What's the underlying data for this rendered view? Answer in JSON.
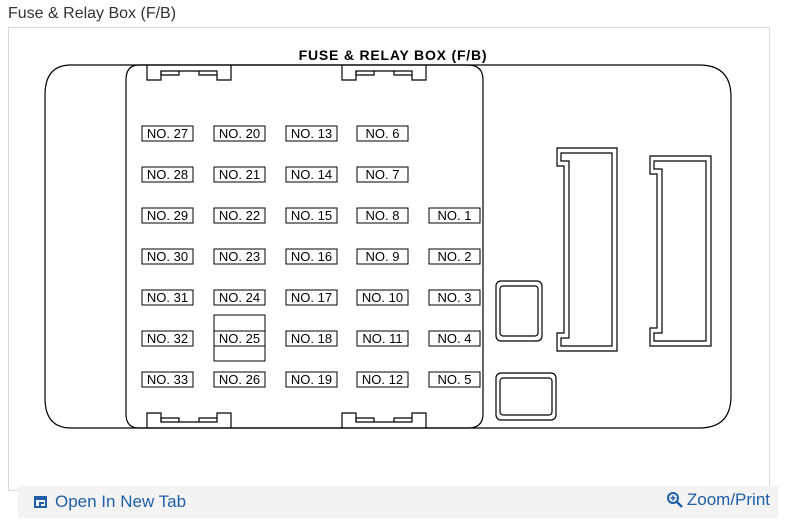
{
  "page": {
    "title": "Fuse & Relay Box (F/B)"
  },
  "diagram": {
    "heading": "FUSE & RELAY BOX (F/B)",
    "fuses": [
      [
        "NO. 27",
        "NO. 20",
        "NO. 13",
        "NO. 6",
        ""
      ],
      [
        "NO. 28",
        "NO. 21",
        "NO. 14",
        "NO. 7",
        ""
      ],
      [
        "NO. 29",
        "NO. 22",
        "NO. 15",
        "NO. 8",
        "NO. 1"
      ],
      [
        "NO. 30",
        "NO. 23",
        "NO. 16",
        "NO. 9",
        "NO. 2"
      ],
      [
        "NO. 31",
        "NO. 24",
        "NO. 17",
        "NO. 10",
        "NO. 3"
      ],
      [
        "NO. 32",
        "NO. 25",
        "NO. 18",
        "NO. 11",
        "NO. 4"
      ],
      [
        "NO. 33",
        "NO. 26",
        "NO. 19",
        "NO. 12",
        "NO. 5"
      ]
    ]
  },
  "footer": {
    "open_tab_label": "Open In New Tab",
    "open_tab_icon": "open-in-new-tab-icon",
    "zoom_label": "Zoom/Print",
    "zoom_icon": "magnifier-icon",
    "link_color": "#1f5fa8"
  }
}
